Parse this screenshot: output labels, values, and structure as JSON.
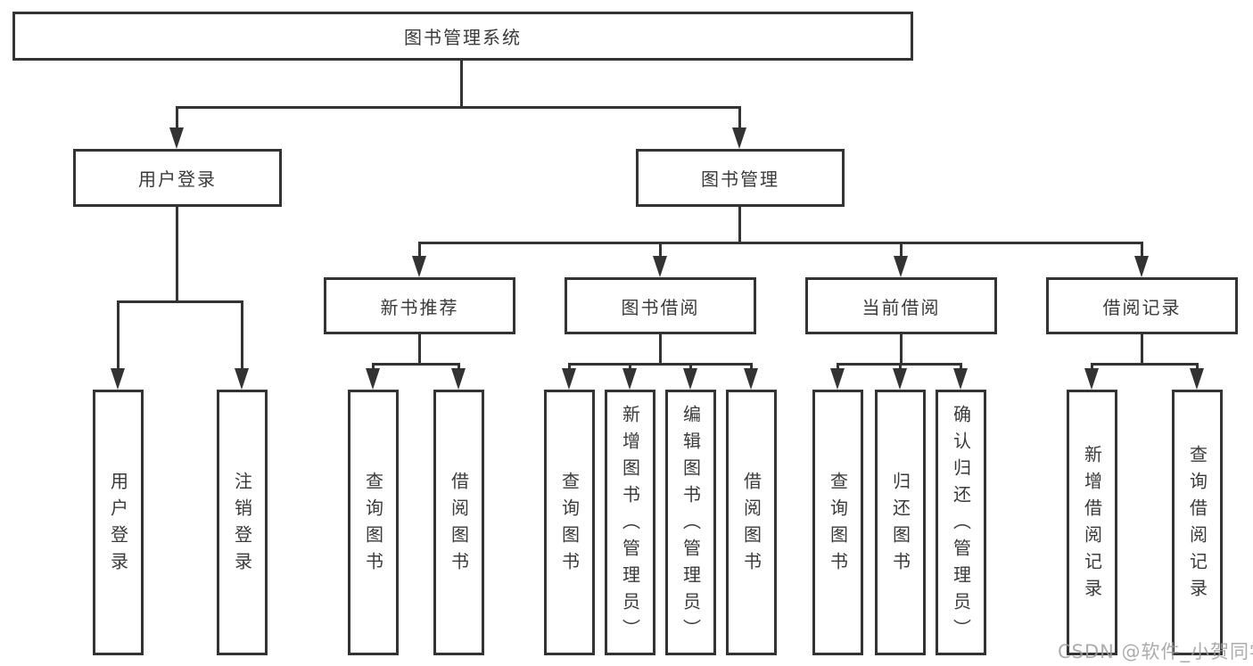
{
  "diagram_title": "图书管理系统",
  "tree": {
    "label": "图书管理系统",
    "children": [
      {
        "label": "用户登录",
        "children": [
          {
            "label": "用户登录"
          },
          {
            "label": "注销登录"
          }
        ]
      },
      {
        "label": "图书管理",
        "children": [
          {
            "label": "新书推荐",
            "children": [
              {
                "label": "查询图书"
              },
              {
                "label": "借阅图书"
              }
            ]
          },
          {
            "label": "图书借阅",
            "children": [
              {
                "label": "查询图书"
              },
              {
                "label": "新增图书（管理员）"
              },
              {
                "label": "编辑图书（管理员）"
              },
              {
                "label": "借阅图书"
              }
            ]
          },
          {
            "label": "当前借阅",
            "children": [
              {
                "label": "查询图书"
              },
              {
                "label": "归还图书"
              },
              {
                "label": "确认归还（管理员）"
              }
            ]
          },
          {
            "label": "借阅记录",
            "children": [
              {
                "label": "新增借阅记录"
              },
              {
                "label": "查询借阅记录"
              }
            ]
          }
        ]
      }
    ]
  },
  "watermark": "CSDN @软件_小贺同学",
  "colors": {
    "line": "#333333",
    "text": "#3a3a3a",
    "watermark": "#9e9e9e",
    "background": "#ffffff"
  }
}
